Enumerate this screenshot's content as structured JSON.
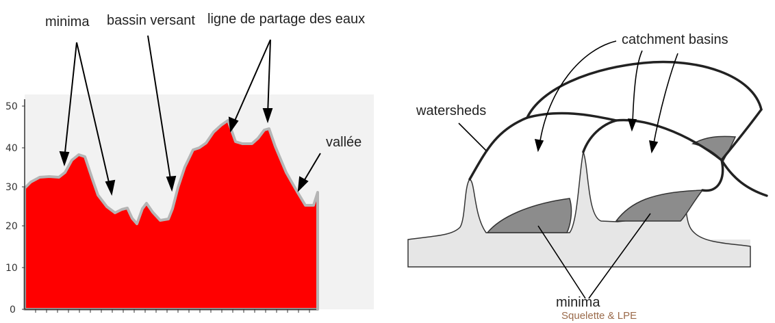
{
  "left_diagram": {
    "annotations": {
      "minima": "minima",
      "bassin_versant": "bassin versant",
      "ligne_partage": "ligne de partage des eaux",
      "vallee": "vallée"
    },
    "y_ticks": [
      "0",
      "10",
      "20",
      "30",
      "40",
      "50"
    ],
    "colors": {
      "fill": "#ff0000",
      "outline": "#b0b0b0",
      "plot_bg": "#f2f2f2"
    }
  },
  "right_diagram": {
    "annotations": {
      "catchment_basins": "catchment basins",
      "watersheds": "watersheds",
      "minima": "minima"
    },
    "caption": "Squelette & LPE",
    "colors": {
      "terrain": "#e6e6e6",
      "basin": "#8c8c8c",
      "caption": "#9a6a4a"
    }
  }
}
